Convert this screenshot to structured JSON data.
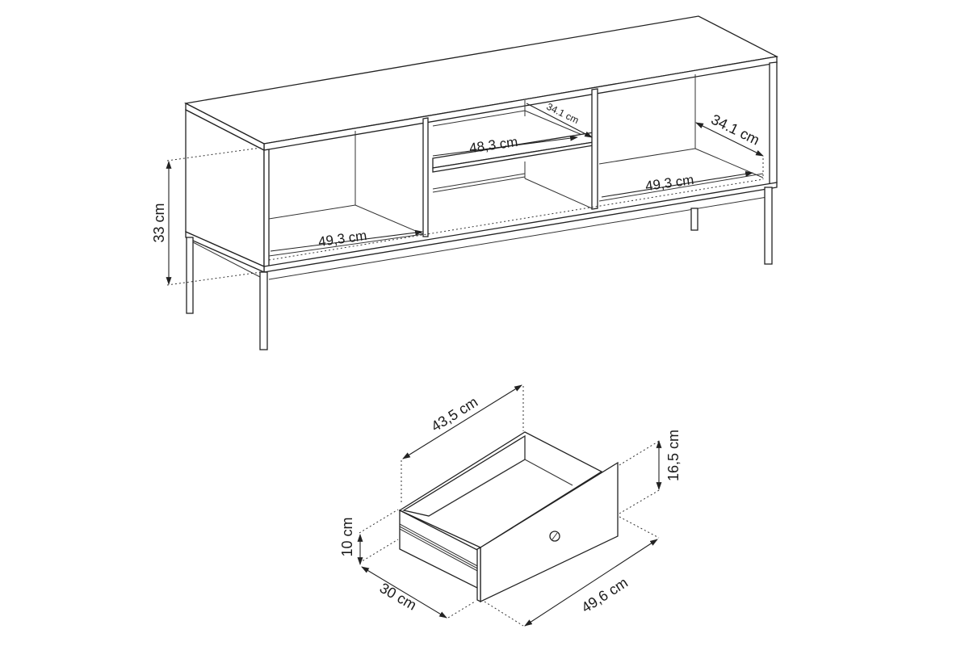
{
  "diagram": {
    "type": "furniture-dimension-drawing",
    "subjects": [
      "TV stand / low sideboard on metal frame legs",
      "Drawer"
    ],
    "line_color": "#222222",
    "background": "#ffffff"
  },
  "cabinet": {
    "dimensions": {
      "height": "33 cm",
      "left_compartment_width": "49,3 cm",
      "middle_shelf_width": "48,3 cm",
      "middle_shelf_depth": "34.1 cm",
      "right_compartment_width": "49,3 cm",
      "right_compartment_depth": "34.1 cm"
    }
  },
  "drawer": {
    "dimensions": {
      "inner_length": "43,5 cm",
      "front_height": "16,5 cm",
      "side_height": "10 cm",
      "depth": "30 cm",
      "front_width": "49,6 cm"
    }
  }
}
